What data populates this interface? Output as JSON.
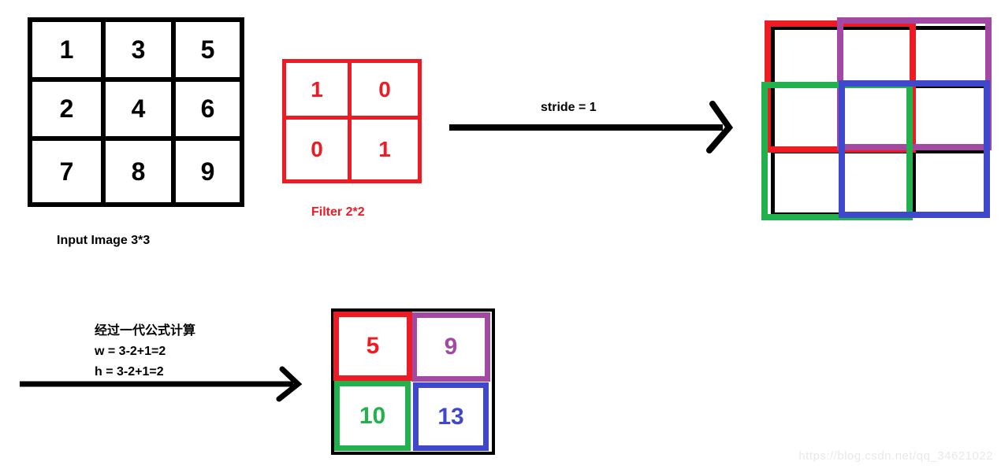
{
  "colors": {
    "red": "#ed1c24",
    "green": "#22b14c",
    "blue": "#3f48cc",
    "purple": "#a349a4",
    "black": "#000000",
    "watermark_gray": "#e9e9e9"
  },
  "input_grid": {
    "caption": "Input Image 3*3",
    "values": [
      [
        "1",
        "3",
        "5"
      ],
      [
        "2",
        "4",
        "6"
      ],
      [
        "7",
        "8",
        "9"
      ]
    ]
  },
  "filter_grid": {
    "caption": "Filter 2*2",
    "values": [
      [
        "1",
        "0"
      ],
      [
        "0",
        "1"
      ]
    ]
  },
  "stride_arrow": {
    "label": "stride = 1"
  },
  "sliding_windows": {
    "window_names": [
      "red-window-top-left",
      "purple-window-top-right",
      "green-window-bottom-left",
      "blue-window-bottom-right"
    ]
  },
  "formula": {
    "lines": [
      "经过一代公式计算",
      "w = 3-2+1=2",
      "h = 3-2+1=2"
    ]
  },
  "output_grid": {
    "cells": [
      {
        "value": "5",
        "color": "#ed1c24"
      },
      {
        "value": "9",
        "color": "#a349a4"
      },
      {
        "value": "10",
        "color": "#22b14c"
      },
      {
        "value": "13",
        "color": "#3f48cc"
      }
    ]
  },
  "watermark": "https://blog.csdn.net/qq_34621022"
}
